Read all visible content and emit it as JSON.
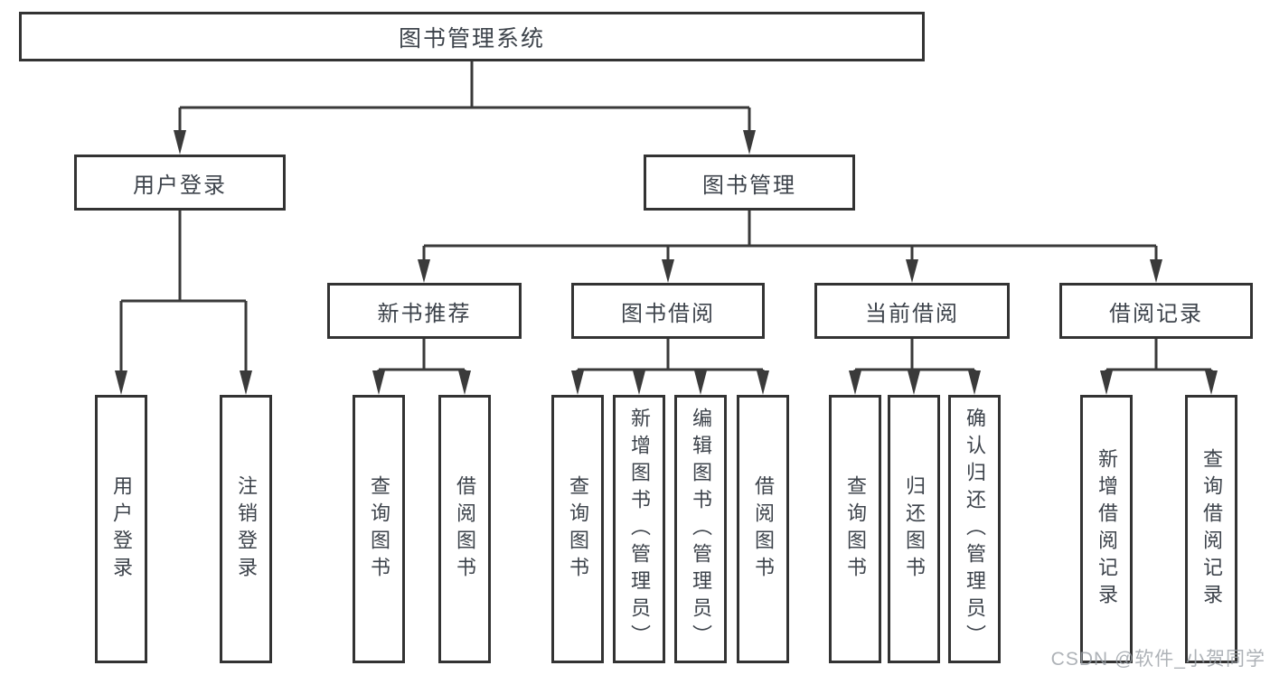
{
  "tree": {
    "root": {
      "label": "图书管理系统",
      "children": [
        {
          "label": "用户登录",
          "children": [
            {
              "label": "用户登录"
            },
            {
              "label": "注销登录"
            }
          ]
        },
        {
          "label": "图书管理",
          "children": [
            {
              "label": "新书推荐",
              "children": [
                {
                  "label": "查询图书"
                },
                {
                  "label": "借阅图书"
                }
              ]
            },
            {
              "label": "图书借阅",
              "children": [
                {
                  "label": "查询图书"
                },
                {
                  "label": "新增图书（管理员）"
                },
                {
                  "label": "编辑图书（管理员）"
                },
                {
                  "label": "借阅图书"
                }
              ]
            },
            {
              "label": "当前借阅",
              "children": [
                {
                  "label": "查询图书"
                },
                {
                  "label": "归还图书"
                },
                {
                  "label": "确认归还（管理员）"
                }
              ]
            },
            {
              "label": "借阅记录",
              "children": [
                {
                  "label": "新增借阅记录"
                },
                {
                  "label": "查询借阅记录"
                }
              ]
            }
          ]
        }
      ]
    }
  },
  "watermark": "CSDN @软件_小贺同学",
  "colors": {
    "box_border": "#333333",
    "connector_line": "#3a3a3a",
    "text": "#3d434b",
    "watermark": "#9aa0a6",
    "background": "#ffffff"
  }
}
